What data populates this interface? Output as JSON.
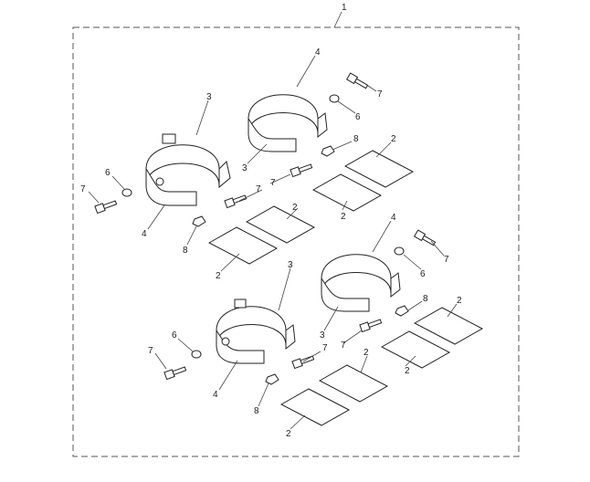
{
  "title": "Exhaust clamp kit parts diagram",
  "callouts": [
    "1",
    "4",
    "7",
    "6",
    "3",
    "8",
    "2",
    "3",
    "6",
    "7",
    "7",
    "7",
    "2",
    "2",
    "4",
    "4",
    "8",
    "7",
    "2",
    "6",
    "3",
    "8",
    "2",
    "3",
    "7",
    "6",
    "7",
    "7",
    "2",
    "2",
    "4",
    "8",
    "2"
  ]
}
